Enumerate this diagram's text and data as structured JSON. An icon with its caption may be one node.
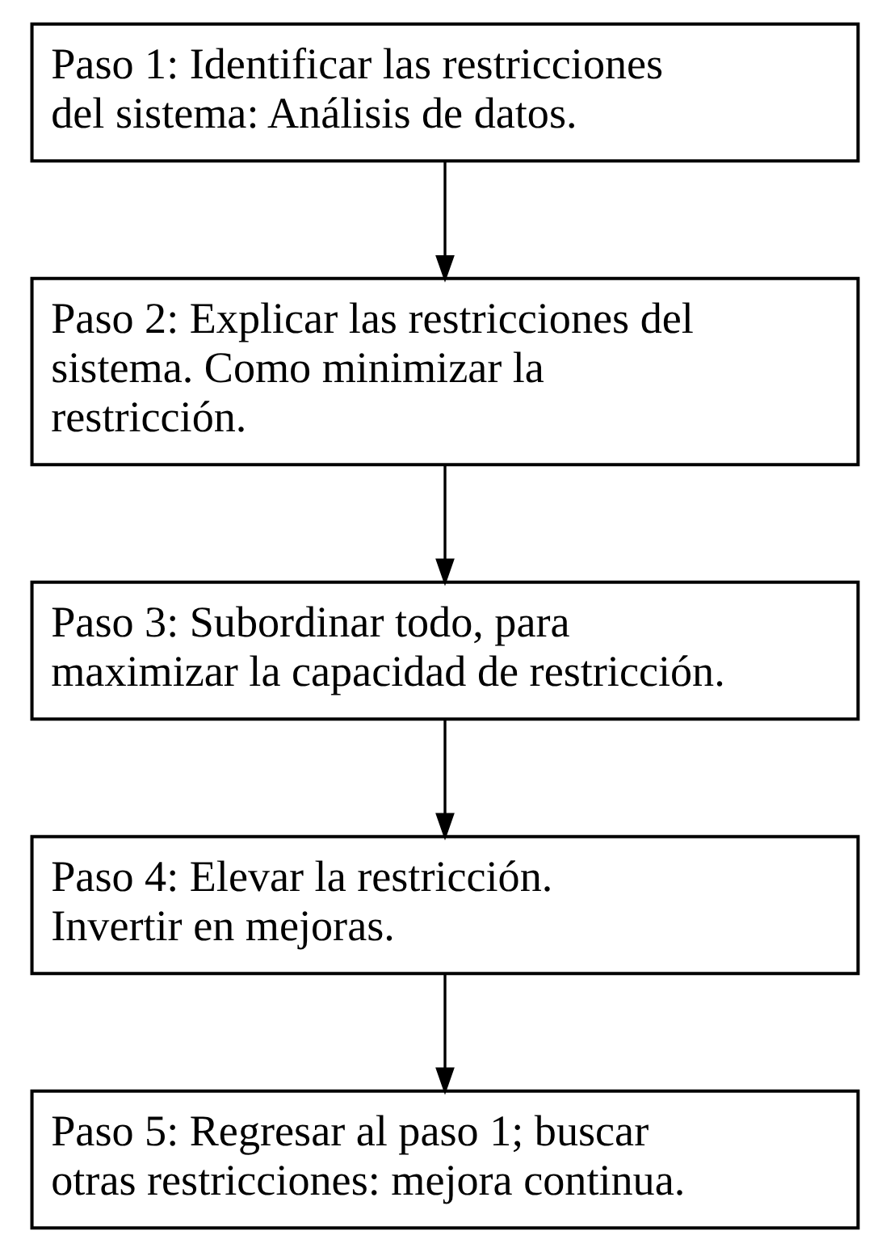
{
  "diagram": {
    "nodes": [
      {
        "text": [
          "Paso 1: Identificar las restricciones del sistema: Análisis de datos."
        ]
      },
      {
        "text": [
          "Paso 2: Explicar las restricciones del sistema. Como minimizar la restricción."
        ]
      },
      {
        "text": [
          "Paso 3: Subordinar todo, para maximizar la capacidad de restricción."
        ]
      },
      {
        "text": [
          "Paso 4: Elevar la restricción. Invertir en mejoras."
        ]
      },
      {
        "text": [
          "Paso 5: Regresar al paso 1; buscar otras restricciones: mejora continua."
        ]
      }
    ],
    "edges": [
      {
        "from": 0,
        "to": 1,
        "arrow": "to"
      },
      {
        "from": 1,
        "to": 2,
        "arrow": "to"
      },
      {
        "from": 2,
        "to": 3,
        "arrow": "to"
      },
      {
        "from": 3,
        "to": 4,
        "arrow": "to"
      }
    ]
  }
}
